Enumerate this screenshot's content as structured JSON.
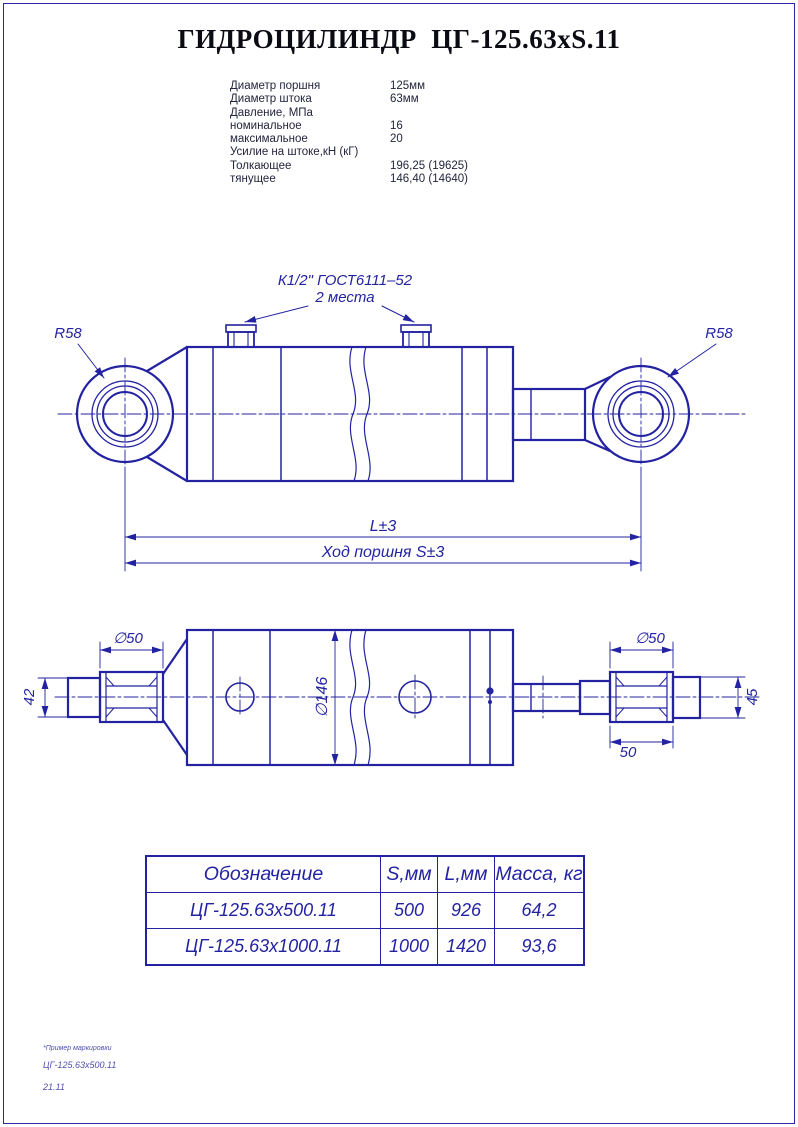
{
  "page": {
    "title": "ГИДРОЦИЛИНДР  ЦГ-125.63xS.11"
  },
  "colors": {
    "ink": "#2323a2"
  },
  "specs": {
    "rows": [
      {
        "label": "Диаметр поршня",
        "value": "125мм"
      },
      {
        "label": "Диаметр штока",
        "value": "63мм"
      },
      {
        "label": "Давление, МПа",
        "value": ""
      },
      {
        "label": "номинальное",
        "value": "16"
      },
      {
        "label": "максимальное",
        "value": "20"
      },
      {
        "label": "Усилие на штоке,кН (кГ)",
        "value": ""
      },
      {
        "label": "Толкающее",
        "value": "196,25 (19625)"
      },
      {
        "label": "тянущее",
        "value": "146,40 (14640)"
      }
    ]
  },
  "main_view": {
    "port_callout": {
      "line1": "К1/2\" ГОСТ6111–52",
      "line2": "2 места"
    },
    "radius_left": "R58",
    "radius_right": "R58",
    "dim_length": "L±3",
    "dim_stroke": "Ход поршня S±3"
  },
  "bottom_view": {
    "dia_pin_left": "∅50",
    "dia_pin_right": "∅50",
    "width_left": "42",
    "width_right": "45",
    "dia_body": "∅146",
    "dim_eye": "50"
  },
  "table": {
    "headers": [
      "Обозначение",
      "S,мм",
      "L,мм",
      "Масса, кг"
    ],
    "rows": [
      {
        "designation": "ЦГ-125.63х500.11",
        "s": "500",
        "l": "926",
        "mass": "64,2"
      },
      {
        "designation": "ЦГ-125.63х1000.11",
        "s": "1000",
        "l": "1420",
        "mass": "93,6"
      }
    ]
  },
  "footer": {
    "note": "*Пример маркировки",
    "example": "ЦГ-125.63х500.11",
    "code": "21.11"
  }
}
